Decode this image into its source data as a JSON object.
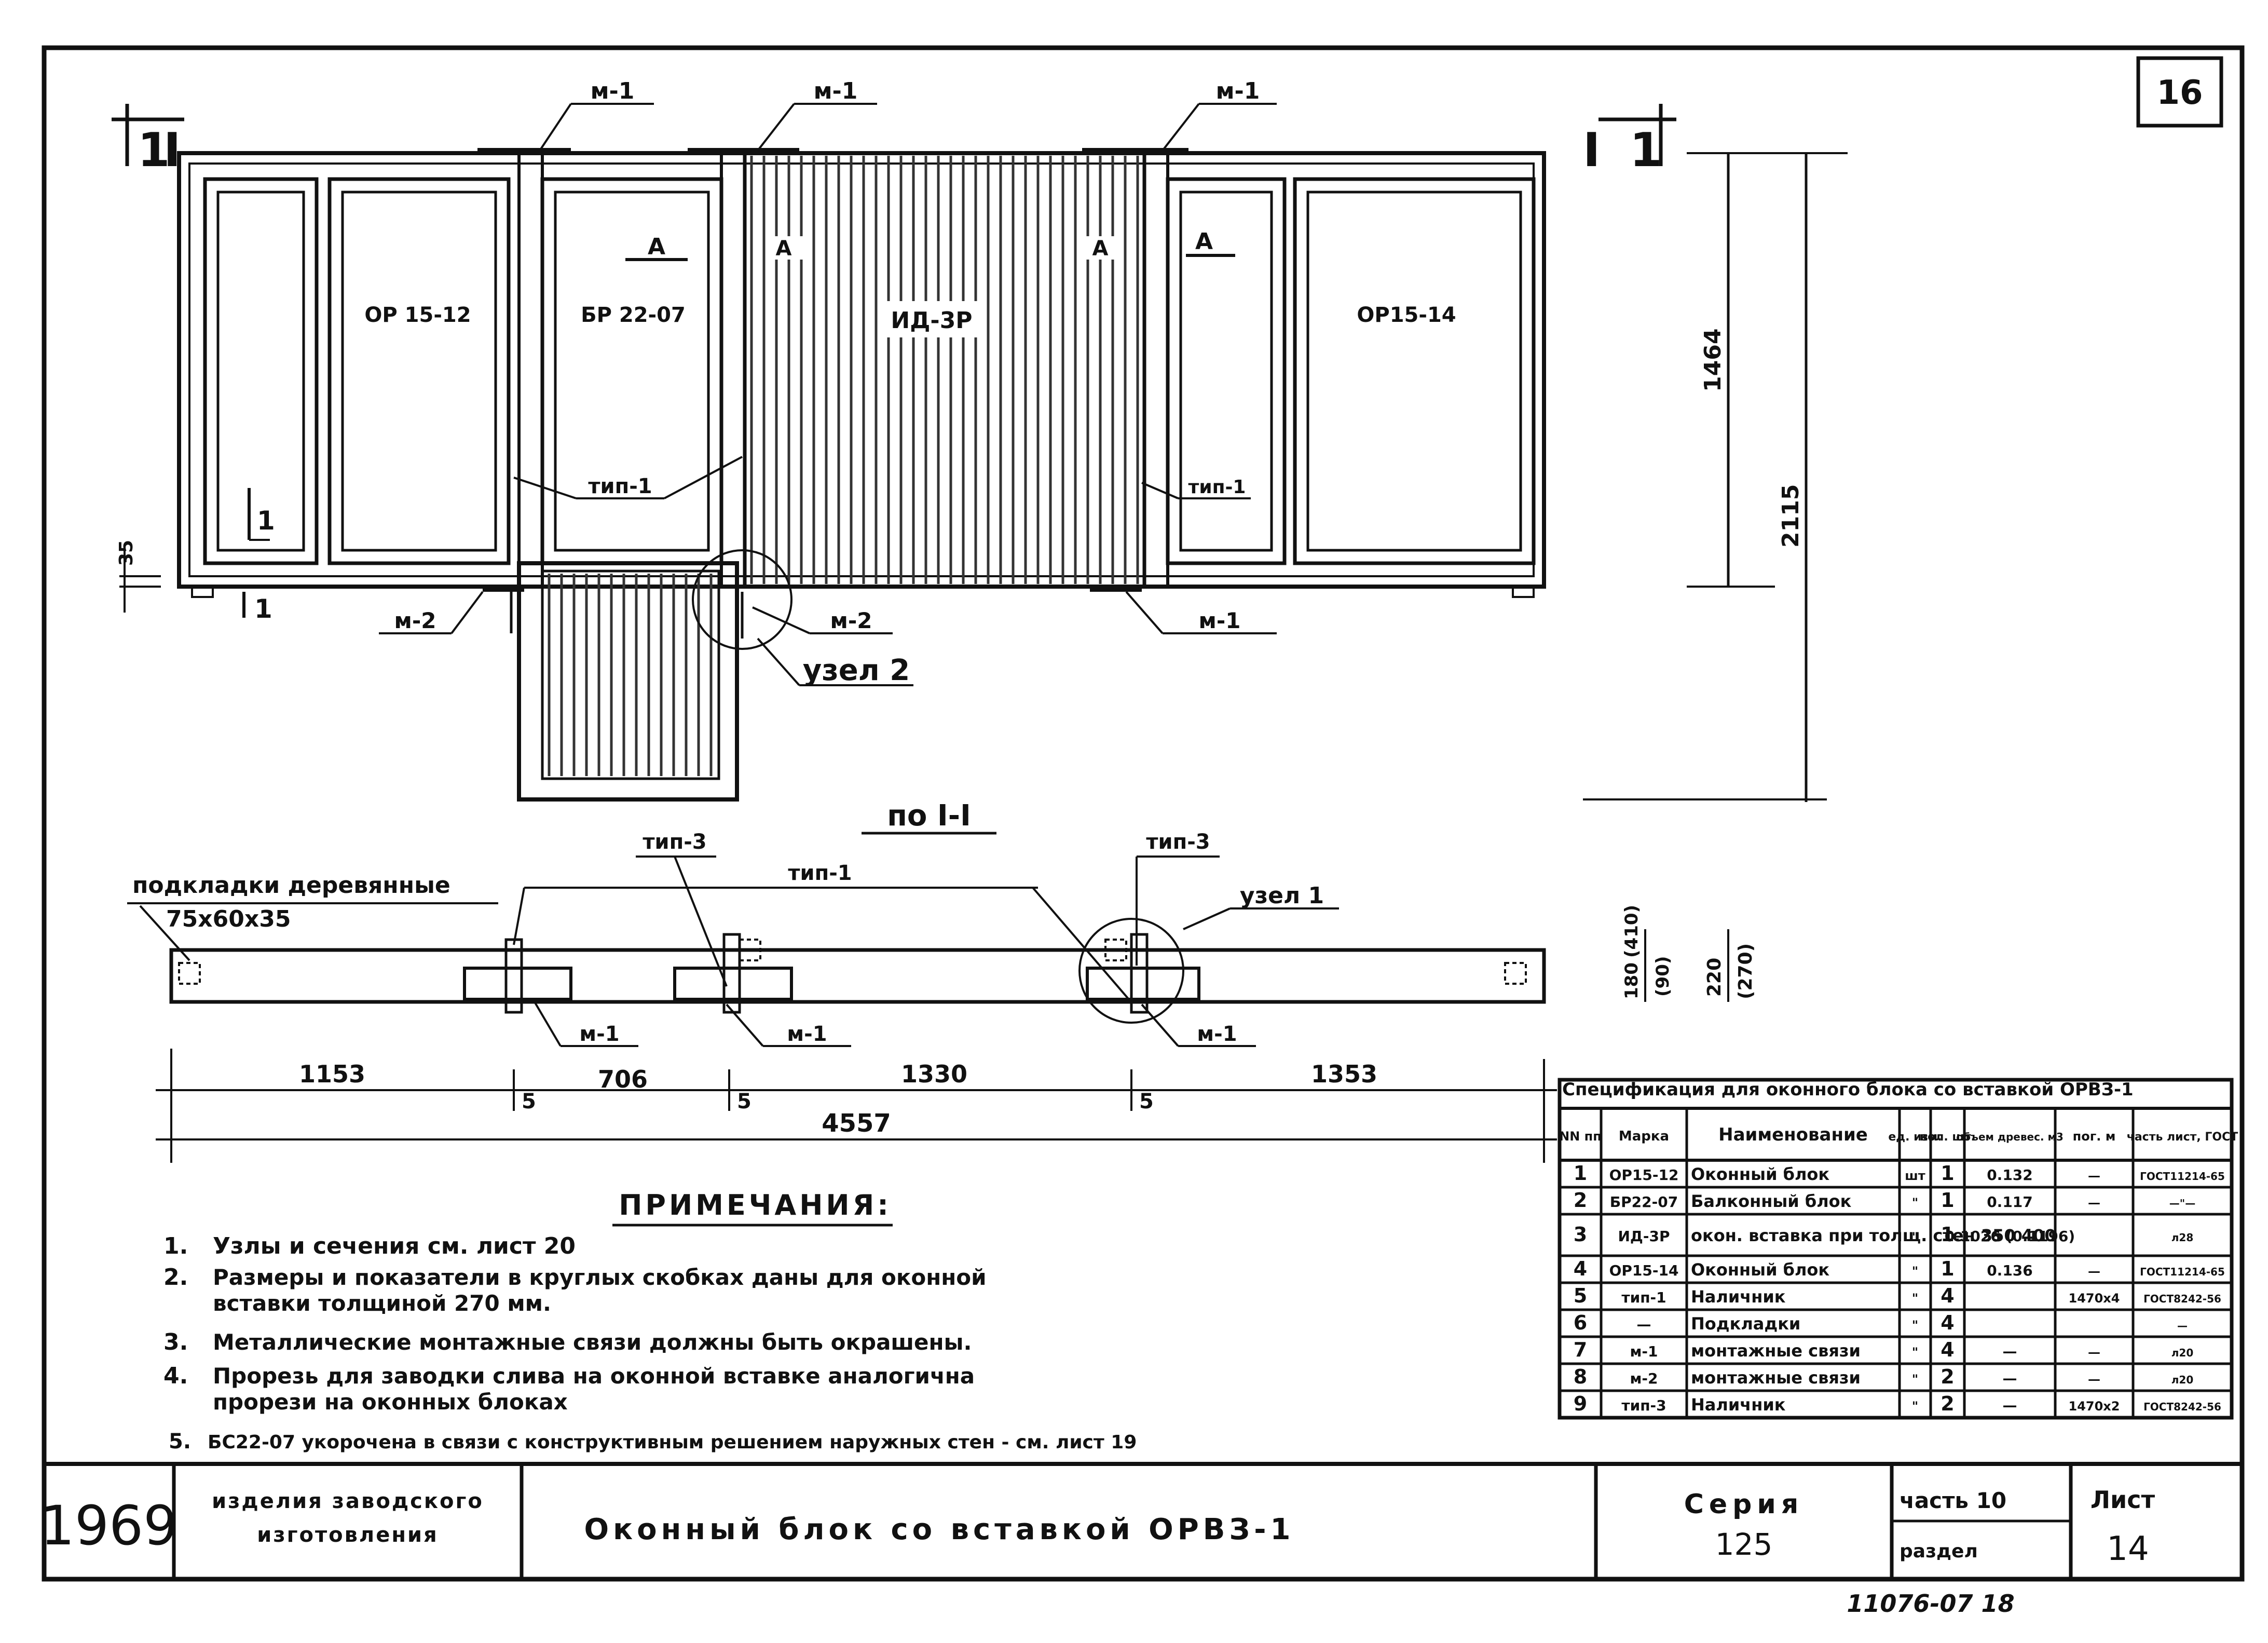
{
  "sheet_corner_number": "16",
  "section_marks": {
    "left": "1",
    "right": "1",
    "section_symbol": "I"
  },
  "elevation": {
    "labels": {
      "or15_12": "ОР 15-12",
      "br22_07": "БР 22-07",
      "id_3r": "ИД-3Р",
      "or15_14": "ОР15-14",
      "a1": "А",
      "a2": "А",
      "a3": "А",
      "a4": "А",
      "m1_a": "м-1",
      "m1_b": "м-1",
      "m1_c": "м-1",
      "m2_a": "м-2",
      "m2_b": "м-2",
      "m1_d": "м-1",
      "tip1_a": "тип-1",
      "tip1_b": "тип-1",
      "uzel2": "узел 2",
      "one_a": "1",
      "one_b": "1",
      "dim35": "35"
    },
    "dims": {
      "d1464": "1464",
      "d2115": "2115"
    }
  },
  "plan": {
    "title": "по I-I",
    "pads_label": "подкладки деревянные",
    "pads_size": "75x60x35",
    "tip1": "тип-1",
    "tip3_a": "тип-3",
    "tip3_b": "тип-3",
    "uzel1": "узел 1",
    "m1_a": "м-1",
    "m1_b": "м-1",
    "m1_c": "м-1",
    "dim_180": "180",
    "dim_410": "(410)",
    "dim_90": "(90)",
    "dim_220": "220",
    "dim_270": "(270)",
    "dims": [
      "1153",
      "706",
      "1330",
      "1353"
    ],
    "gaps": [
      "5",
      "5",
      "5"
    ],
    "total": "4557"
  },
  "notes": {
    "title": "ПРИМЕЧАНИЯ:",
    "items": [
      {
        "n": "1.",
        "text": "Узлы и сечения см. лист 20"
      },
      {
        "n": "2.",
        "text": "Размеры и показатели в круглых скобках даны для оконной",
        "text2": "вставки толщиной 270 мм."
      },
      {
        "n": "3.",
        "text": "Металлические монтажные связи должны быть окрашены."
      },
      {
        "n": "4.",
        "text": "Прорезь для заводки слива на оконной вставке аналогична",
        "text2": "прорези на оконных блоках"
      },
      {
        "n": "5.",
        "text": "БС22-07 укорочена в связи с конструктивным решением наружных стен - см. лист 19"
      }
    ]
  },
  "spec": {
    "title": "Спецификация для оконного блока со вставкой ОРВЗ-1",
    "headers": [
      "NN пп",
      "Марка",
      "Наименование",
      "ед. изм.",
      "кол. шт.",
      "объем древес. м3",
      "пог. м",
      "часть лист, ГОСТ"
    ],
    "rows": [
      [
        "1",
        "ОР15-12",
        "Оконный блок",
        "шт",
        "1",
        "0.132",
        "—",
        "ГОСТ11214-65"
      ],
      [
        "2",
        "БР22-07",
        "Балконный блок",
        "\"",
        "1",
        "0.117",
        "—",
        "—\"—"
      ],
      [
        "3",
        "ИД-3Р",
        "окон. вставка при толщ. стен 350 400",
        "\"",
        "1",
        "0.1026 (0.1196)",
        "",
        "л28"
      ],
      [
        "4",
        "ОР15-14",
        "Оконный блок",
        "\"",
        "1",
        "0.136",
        "—",
        "ГОСТ11214-65"
      ],
      [
        "5",
        "тип-1",
        "Наличник",
        "\"",
        "4",
        "",
        "1470x4",
        "ГОСТ8242-56"
      ],
      [
        "6",
        "—",
        "Подкладки",
        "\"",
        "4",
        "",
        "",
        "—"
      ],
      [
        "7",
        "м-1",
        "монтажные связи",
        "\"",
        "4",
        "—",
        "—",
        "л20"
      ],
      [
        "8",
        "м-2",
        "монтажные связи",
        "\"",
        "2",
        "—",
        "—",
        "л20"
      ],
      [
        "9",
        "тип-3",
        "Наличник",
        "\"",
        "2",
        "—",
        "1470x2",
        "ГОСТ8242-56"
      ]
    ]
  },
  "title_block": {
    "year": "1969",
    "org_line1": "изделия заводского",
    "org_line2": "изготовления",
    "title": "Оконный блок со вставкой ОРВЗ-1",
    "series_label": "Серия",
    "series": "125",
    "part": "часть 10",
    "section": "раздел",
    "sheet_label": "Лист",
    "sheet": "14"
  },
  "footer_code": "11076-07 18"
}
